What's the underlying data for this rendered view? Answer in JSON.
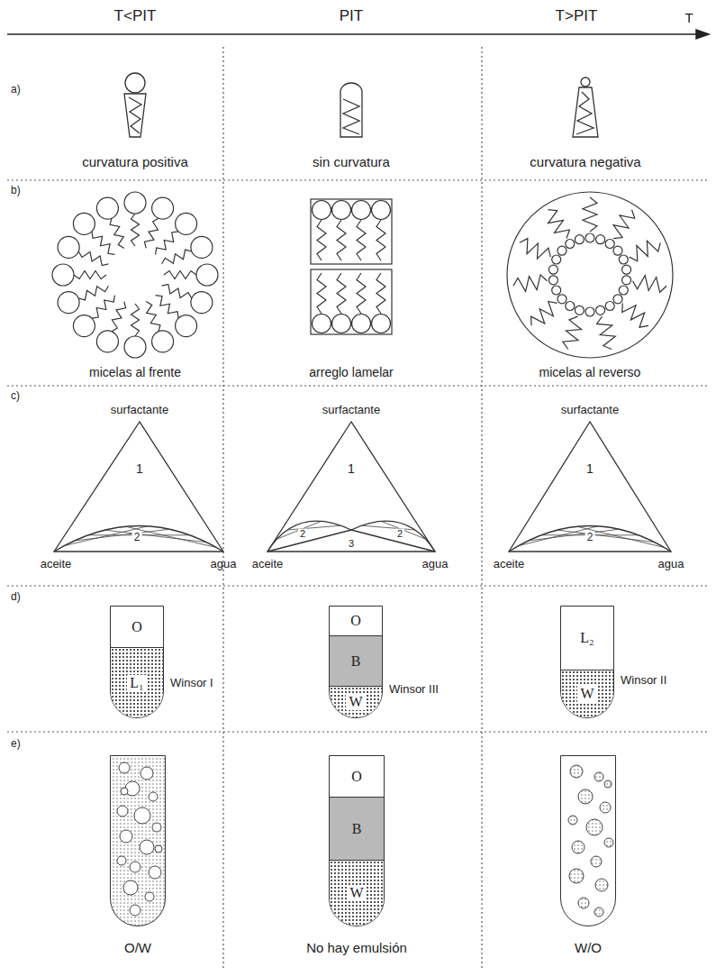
{
  "diagram": {
    "nodes": [
      {
        "text": [
          "Winsor I"
        ]
      },
      {
        "text": [
          "O"
        ],
        "in": 0
      },
      {
        "text": [
          "L₁"
        ],
        "in": 0
      },
      {
        "text": [
          "Winsor III"
        ]
      },
      {
        "text": [
          "O"
        ],
        "in": 3
      },
      {
        "text": [
          "B"
        ],
        "in": 3
      },
      {
        "text": [
          "W"
        ],
        "in": 3
      },
      {
        "text": [
          "Winsor II"
        ]
      },
      {
        "text": [
          "L₂"
        ],
        "in": 7
      },
      {
        "text": [
          "W"
        ],
        "in": 7
      },
      {
        "text": [
          "O/W"
        ]
      },
      {
        "text": [
          "No hay emulsión"
        ]
      },
      {
        "text": [
          "O"
        ],
        "in": 11
      },
      {
        "text": [
          "B"
        ],
        "in": 11
      },
      {
        "text": [
          "W"
        ],
        "in": 11
      },
      {
        "text": [
          "W/O"
        ]
      }
    ],
    "labels": [
      "T<PIT",
      "PIT",
      "T>PIT",
      "T",
      "a)",
      "curvatura positiva",
      "sin curvatura",
      "curvatura negativa",
      "b)",
      "micelas al frente",
      "arreglo lamelar",
      "micelas al reverso",
      "c)",
      "surfactante",
      "1",
      "2",
      "aceite",
      "agua",
      "surfactante",
      "1",
      "2",
      "3",
      "2",
      "aceite",
      "agua",
      "surfactante",
      "1",
      "2",
      "aceite",
      "agua",
      "d)",
      "e)"
    ]
  }
}
